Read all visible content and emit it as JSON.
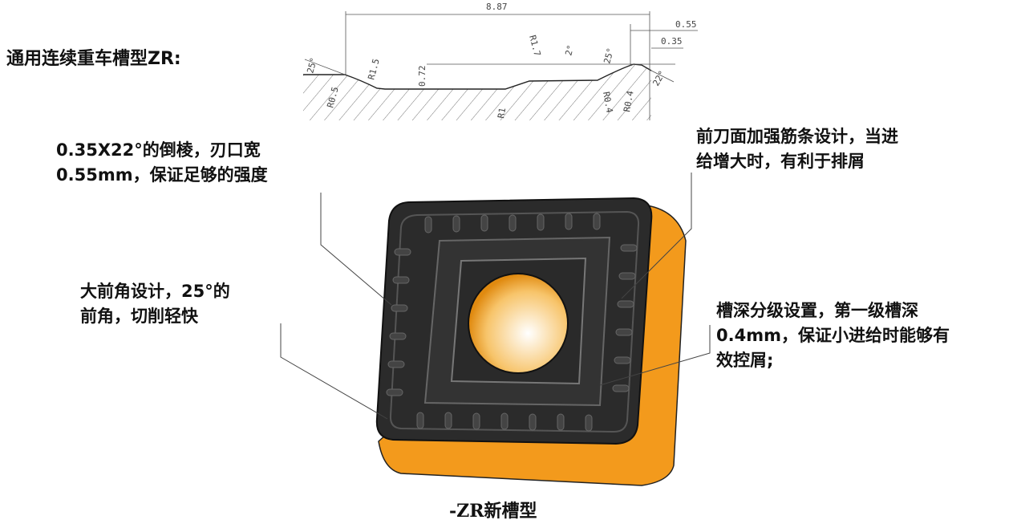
{
  "title": "通用连续重车槽型ZR:",
  "drawing": {
    "dims": [
      "8.87",
      "0.55",
      "0.35",
      "0.72",
      "25°",
      "25°",
      "22°",
      "2°",
      "R0.5",
      "R1.5",
      "R1",
      "R1.7",
      "R0.4",
      "R0.4"
    ]
  },
  "notes": [
    {
      "lines": [
        "0.35X22°的倒棱，刃口宽",
        "0.55mm，保证足够的强度"
      ]
    },
    {
      "lines": [
        "大前角设计，25°的",
        "前角，切削轻快"
      ]
    },
    {
      "lines": [
        "前刀面加强筋条设计，当进",
        "给增大时，有利于排屑"
      ]
    },
    {
      "lines": [
        "槽深分级设置，第一级槽深",
        "0.4mm，保证小进给时能够有",
        "效控屑;"
      ]
    }
  ],
  "caption": "-ZR新槽型",
  "colors": {
    "insert_dark": "#2b2b2b",
    "insert_side": "#f39a1c"
  }
}
